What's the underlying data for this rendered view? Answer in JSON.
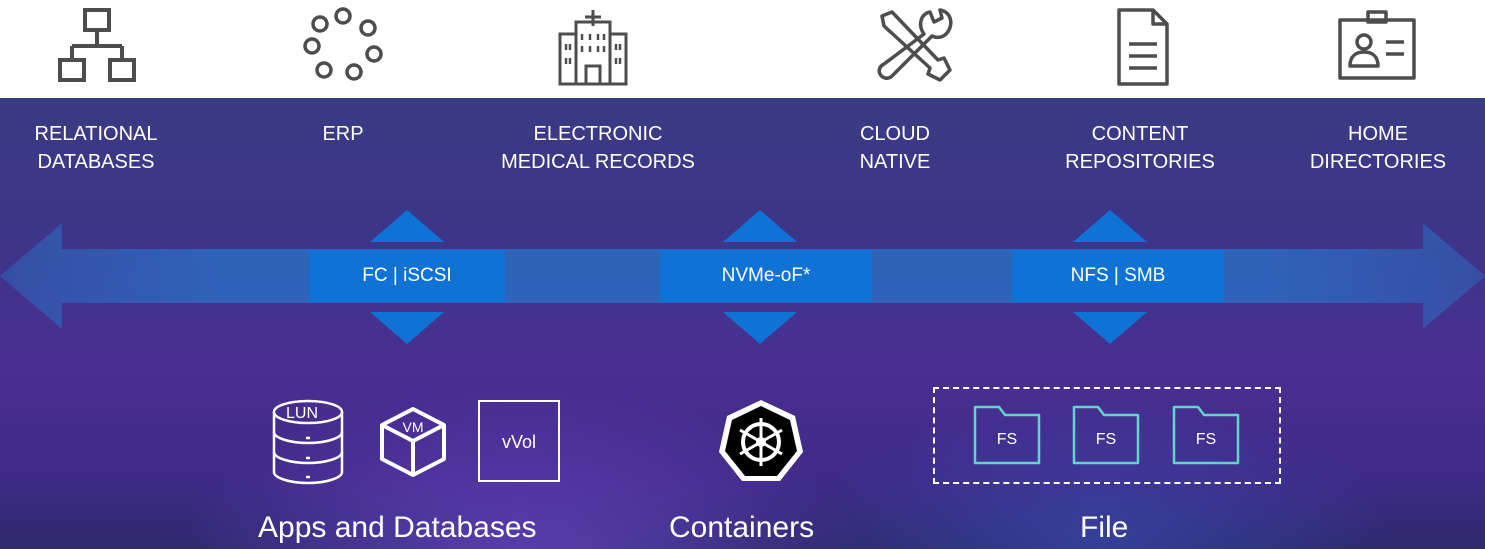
{
  "workloads": [
    {
      "id": "relational",
      "icon": "network-hierarchy-icon",
      "line1": "RELATIONAL",
      "line2": "DATABASES"
    },
    {
      "id": "erp",
      "icon": "circle-ring-icon",
      "line1": "ERP",
      "line2": ""
    },
    {
      "id": "emr",
      "icon": "hospital-building-icon",
      "line1": "ELECTRONIC",
      "line2": "MEDICAL RECORDS"
    },
    {
      "id": "cloud-native",
      "icon": "wrench-screwdriver-icon",
      "line1": "CLOUD",
      "line2": "NATIVE"
    },
    {
      "id": "content",
      "icon": "document-icon",
      "line1": "CONTENT",
      "line2": "REPOSITORIES"
    },
    {
      "id": "home",
      "icon": "id-card-icon",
      "line1": "HOME",
      "line2": "DIRECTORIES"
    }
  ],
  "protocols": [
    {
      "label": "FC | iSCSI"
    },
    {
      "label": "NVMe-oF*"
    },
    {
      "label": "NFS | SMB"
    }
  ],
  "objects": {
    "lun_label": "LUN",
    "vm_label": "VM",
    "vvol_label": "vVol",
    "fs_labels": [
      "FS",
      "FS",
      "FS"
    ]
  },
  "groups": {
    "apps": "Apps and Databases",
    "containers": "Containers",
    "file": "File"
  },
  "colors": {
    "accent_blue": "#0f73d6",
    "arrow_blue": "#2a6fc4",
    "background_purple": "#3d3588",
    "icon_gray": "#4d4d4d",
    "folder_stroke": "#5fd6c8"
  }
}
